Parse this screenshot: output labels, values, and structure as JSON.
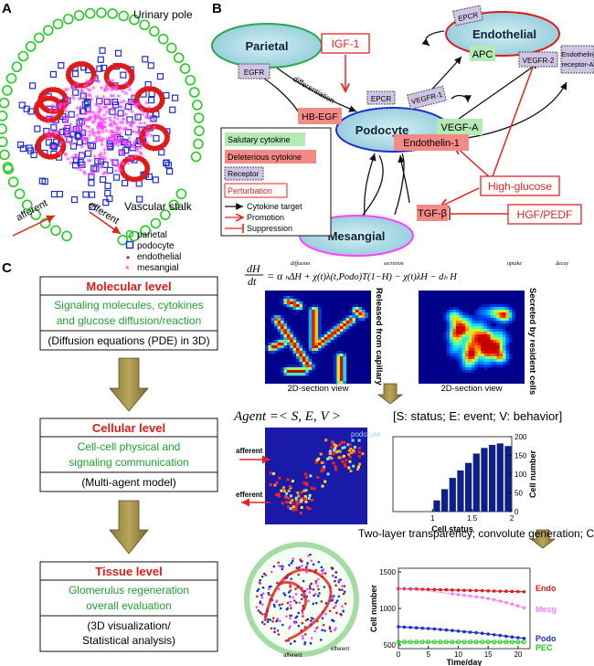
{
  "panel_a": {
    "letter": "A",
    "urinary_pole": "Urinary pole",
    "vascular_stalk": "Vascular stalk",
    "afferent": "afferent",
    "efferent": "efferent",
    "legend": [
      {
        "label": "parietal",
        "color": "#22cc22"
      },
      {
        "label": "podocyte",
        "color": "#1f2fd0"
      },
      {
        "label": "endothelial",
        "color": "#e01a1a"
      },
      {
        "label": "mesangial",
        "color": "#ff40ff"
      }
    ]
  },
  "panel_b": {
    "letter": "B",
    "cells": {
      "parietal": "Parietal",
      "endothelial": "Endothelial",
      "podocyte": "Podocyte",
      "mesangial": "Mesangial"
    },
    "receptors": {
      "egfr": "EGFR",
      "epcr_top": "EPCR",
      "vegfr2": "VEGFR-2",
      "endothelin_ra_line1": "Endothelin",
      "endothelin_ra_line2": "receptor-A",
      "epcr_mid": "EPCR",
      "vegfr1": "VEGFR-1"
    },
    "salutary": {
      "apc": "APC",
      "vegfa": "VEGF-A"
    },
    "deleterious": {
      "hbegf": "HB-EGF",
      "endothelin1": "Endothelin-1",
      "tgfb": "TGF-β"
    },
    "perturbations": {
      "igf1": "IGF-1",
      "highglucose": "High-glucose",
      "hgf": "HGF/PEDF"
    },
    "differentiation": "differentiation",
    "legend": {
      "salutary": "Salutary cytokine",
      "deleterious": "Deleterious cytokine",
      "receptor": "Receptor",
      "perturbation": "Perturbation",
      "cytokine_target": "Cytokine target",
      "promotion": "Promotion",
      "suppression": "Suppression"
    },
    "colors": {
      "cell_fill": "#a9dce6",
      "salutary": "#b6eab4",
      "deleterious": "#f48a85",
      "receptor": "#cfc6e6",
      "perturb": "#e8231f"
    }
  },
  "panel_c": {
    "letter": "C",
    "molecular": {
      "title": "Molecular level",
      "desc_line1": "Signaling molecules, cytokines",
      "desc_line2": "and glucose diffusion/reaction",
      "method": "(Diffusion equations (PDE) in 3D)"
    },
    "cellular": {
      "title": "Cellular level",
      "desc_line1": "Cell-cell physical and",
      "desc_line2": "signaling communication",
      "method": "(Multi-agent model)"
    },
    "tissue": {
      "title": "Tissue level",
      "desc_line1": "Glomerulus regeneration",
      "desc_line2": "overall evaluation",
      "method_line1": "(3D visualization/",
      "method_line2": "Statistical analysis)"
    },
    "equation": {
      "lhs_top": "dH",
      "lhs_bottom": "dt",
      "rhs": "= α",
      "diffusion_label": "diffusion",
      "secretion_label": "secretion",
      "uptake_label": "uptake",
      "decay_label": "decay"
    },
    "heatmap_left_vert": "Released from capillary",
    "heatmap_right_vert": "Secreted by resident cells",
    "section_view_left": "2D-section view",
    "section_view_right": "2D-section view",
    "agent_line": "Agent =< S, E, V >",
    "agent_desc": "[S: status; E: event; V: behavior]",
    "grid_label": "podocyte",
    "grid_afferent": "afferent",
    "grid_efferent": "efferent",
    "transparency_line": "Two-layer transparency; convolute generation; Cells counting",
    "glom_afferent": "afferent",
    "glom_efferent": "efferent"
  },
  "chart_data": [
    {
      "type": "bar",
      "xlabel": "Cell status",
      "ylabel": "Cell number",
      "xticks": [
        1,
        1.5,
        2
      ],
      "yticks": [
        0,
        50,
        100,
        150,
        200
      ],
      "xlim": [
        0.5,
        2
      ],
      "ylim": [
        0,
        200
      ],
      "x": [
        1.0,
        1.1,
        1.2,
        1.3,
        1.4,
        1.5,
        1.6,
        1.7,
        1.8,
        1.9
      ],
      "values": [
        30,
        60,
        90,
        110,
        130,
        155,
        170,
        178,
        182,
        175
      ],
      "color": "#0f1f8a"
    },
    {
      "type": "line",
      "xlabel": "Time/day",
      "ylabel": "Cell number",
      "xticks": [
        0,
        5,
        10,
        15,
        20
      ],
      "yticks": [
        500,
        1000,
        1500
      ],
      "xlim": [
        0,
        22
      ],
      "ylim": [
        450,
        1550
      ],
      "x": [
        0,
        1,
        2,
        3,
        4,
        5,
        6,
        7,
        8,
        9,
        10,
        11,
        12,
        13,
        14,
        15,
        16,
        17,
        18,
        19,
        20,
        21
      ],
      "series": [
        {
          "name": "Endo",
          "color": "#e01a1a",
          "values": [
            1270,
            1268,
            1266,
            1265,
            1262,
            1260,
            1258,
            1256,
            1255,
            1252,
            1250,
            1248,
            1246,
            1245,
            1243,
            1240,
            1238,
            1236,
            1235,
            1232,
            1230,
            1228
          ]
        },
        {
          "name": "Mesg",
          "color": "#ff80ff",
          "values": [
            1270,
            1266,
            1262,
            1255,
            1248,
            1240,
            1230,
            1220,
            1210,
            1200,
            1190,
            1180,
            1170,
            1160,
            1150,
            1135,
            1120,
            1100,
            1080,
            1060,
            1035,
            1010
          ]
        },
        {
          "name": "Podo",
          "color": "#1f2fd0",
          "values": [
            750,
            745,
            740,
            735,
            730,
            725,
            720,
            712,
            705,
            698,
            690,
            682,
            675,
            668,
            660,
            650,
            640,
            630,
            620,
            610,
            600,
            590
          ]
        },
        {
          "name": "PEC",
          "color": "#22cc22",
          "values": [
            540,
            540,
            540,
            540,
            540,
            540,
            540,
            540,
            540,
            540,
            540,
            540,
            540,
            540,
            540,
            540,
            540,
            540,
            540,
            540,
            540,
            540
          ]
        }
      ]
    }
  ]
}
